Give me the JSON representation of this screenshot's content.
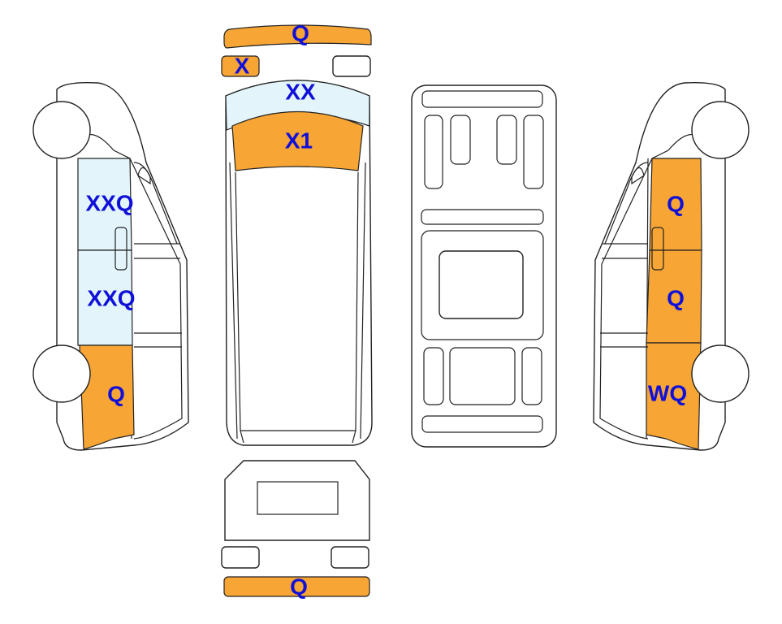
{
  "colors": {
    "damage_orange": "#f7a535",
    "damage_light_blue": "#e3f5fb",
    "outline": "#222222",
    "label": "#1010d8"
  },
  "labels": {
    "front_bumper": "Q",
    "left_headlight": "X",
    "windshield": "XX",
    "hood": "X1",
    "left_rear_quarter": "XXQ",
    "left_rear_door": "XXQ",
    "left_front_fender": "Q",
    "right_rear_quarter": "Q",
    "right_rear_door": "Q",
    "right_front_fender": "WQ",
    "rear_bumper": "Q"
  }
}
